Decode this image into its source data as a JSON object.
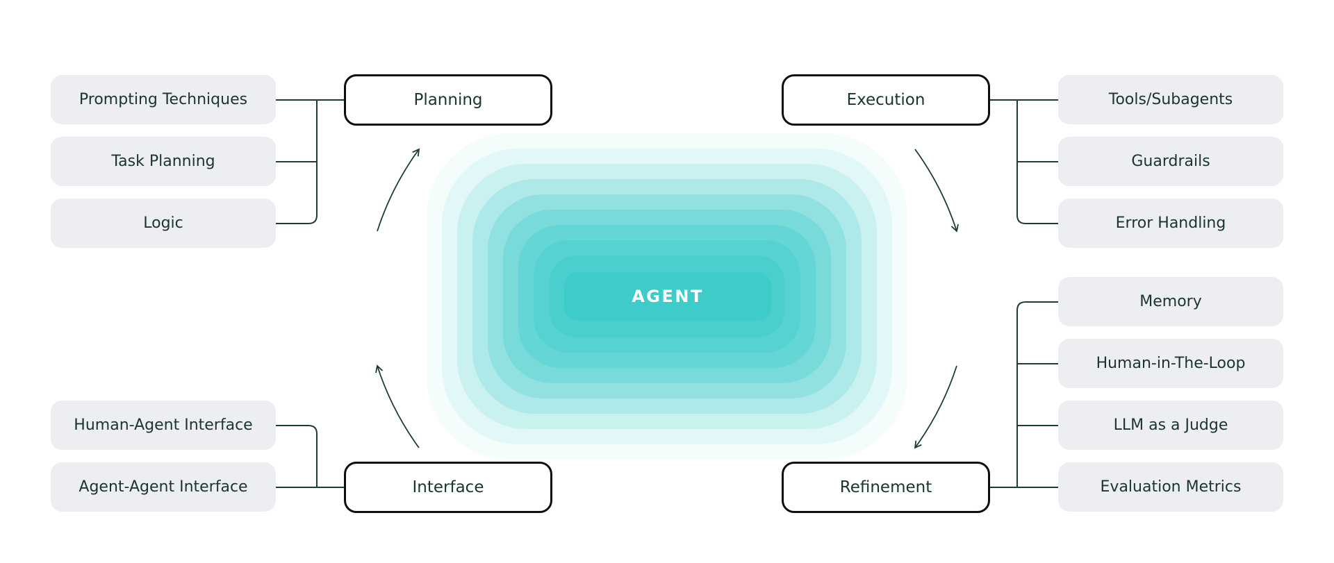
{
  "diagram": {
    "center": {
      "label": "AGENT"
    },
    "flow_direction": "clockwise",
    "colors": {
      "accent_teal": "#3ECCCA",
      "glow_ring_base": "#3ECDCA",
      "line": "#1E3B35",
      "leaf_background": "#ECEEF2",
      "node_text": "#1C342F",
      "hub_border": "#0B100E",
      "center_text": "#FFFFFF",
      "page_background": "#FFFFFF"
    },
    "hubs": [
      {
        "id": "planning",
        "label": "Planning"
      },
      {
        "id": "execution",
        "label": "Execution"
      },
      {
        "id": "interface",
        "label": "Interface"
      },
      {
        "id": "refinement",
        "label": "Refinement"
      }
    ],
    "leaves": {
      "planning": [
        "Prompting Techniques",
        "Task Planning",
        "Logic"
      ],
      "execution": [
        "Tools/Subagents",
        "Guardrails",
        "Error Handling"
      ],
      "interface": [
        "Human-Agent Interface",
        "Agent-Agent Interface"
      ],
      "refinement": [
        "Memory",
        "Human-in-The-Loop",
        "LLM as a Judge",
        "Evaluation Metrics"
      ]
    }
  }
}
